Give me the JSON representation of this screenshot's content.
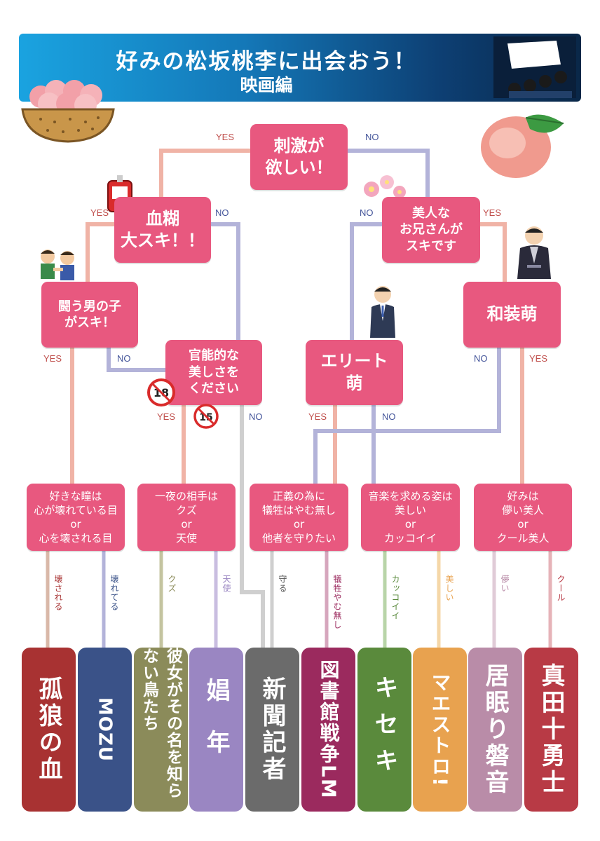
{
  "header": {
    "title": "好みの松坂桃李に出会おう！",
    "subtitle": "映画編"
  },
  "labels": {
    "yes": "YES",
    "no": "NO"
  },
  "questions": {
    "q1": "刺激が\n欲しい！",
    "q2": "血糊\n大スキ！！",
    "q3": "美人な\nお兄さんが\nスキです",
    "q4": "闘う男の子\nがスキ！",
    "q5": "官能的な\n美しさを\nください",
    "q6": "エリート\n萌",
    "q7": "和装萌"
  },
  "rating_badges": {
    "r18": "18",
    "r15": "15"
  },
  "choices": {
    "c1": "好きな瞳は\n心が壊れている目\nor\n心を壊される目",
    "c2": "一夜の相手は\nクズ\nor\n天使",
    "c3": "正義の為に\n犠牲はやむ無し\nor\n他者を守りたい",
    "c4": "音楽を求める姿は\n美しい\nor\nカッコイイ",
    "c5": "好みは\n儚い美人\nor\nクール美人"
  },
  "answers": [
    "壊される",
    "壊れてる",
    "クズ",
    "天使",
    "守る",
    "犠牲やむ無し",
    "カッコイイ",
    "美しい",
    "儚い",
    "クール"
  ],
  "results": [
    "孤狼の血",
    "MOZU",
    "彼女がその名を知らない鳥たち",
    "娼年",
    "新聞記者",
    "図書館戦争LM",
    "キセキ",
    "マエストロ!",
    "居眠り磐音",
    "真田十勇士"
  ],
  "colors": {
    "node": "#e8587f",
    "yes_line": "#f0b3a6",
    "no_line": "#b3b3d9",
    "results": [
      "#a83232",
      "#3a5288",
      "#8b8b5a",
      "#9a86c2",
      "#6b6b6b",
      "#9b2a5e",
      "#5a8a3c",
      "#e8a24f",
      "#b98ca8",
      "#b83a45"
    ],
    "answer_text": [
      "#a83232",
      "#3a5288",
      "#8b8b5a",
      "#9a86c2",
      "#555555",
      "#9b2a5e",
      "#5a8a3c",
      "#e8a24f",
      "#b98ca8",
      "#b83a45"
    ]
  }
}
